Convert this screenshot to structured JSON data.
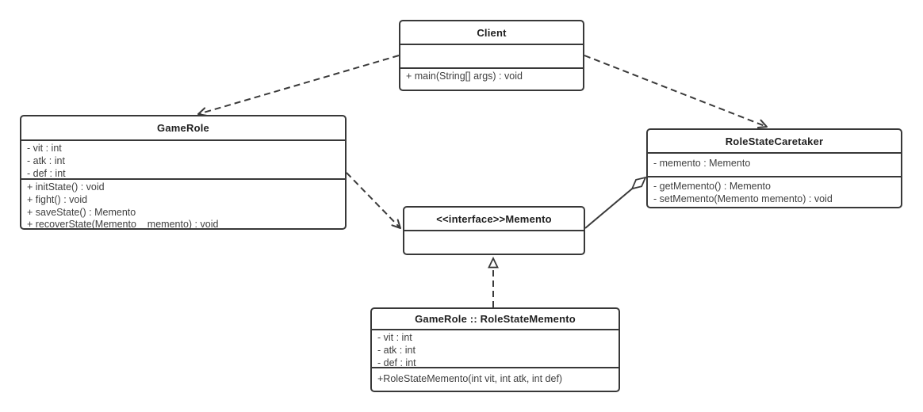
{
  "colors": {
    "line": "#3a3a3a",
    "text": "#3f3f3f",
    "title_text": "#1f1f1f",
    "background": "#ffffff"
  },
  "classes": {
    "client": {
      "name": "Client",
      "attributes": [],
      "methods": [
        "+ main(String[] args) : void"
      ]
    },
    "game_role": {
      "name": "GameRole",
      "attributes": [
        "- vit : int",
        "- atk : int",
        "- def : int"
      ],
      "methods": [
        "+ initState() : void",
        "+ fight() : void",
        "+ saveState() : Memento",
        "+ recoverState(Memento    memento) : void"
      ]
    },
    "role_state_caretaker": {
      "name": "RoleStateCaretaker",
      "attributes": [
        "- memento : Memento"
      ],
      "methods": [
        "- getMemento() : Memento",
        "- setMemento(Memento memento) : void"
      ]
    },
    "memento_interface": {
      "name": "<<interface>>Memento",
      "attributes": [],
      "methods": []
    },
    "role_state_memento": {
      "name": "GameRole :: RoleStateMemento",
      "attributes": [
        "- vit : int",
        "- atk : int",
        "- def : int"
      ],
      "methods": [
        "+RoleStateMemento(int vit, int atk, int def)"
      ]
    }
  },
  "relationships": [
    {
      "from": "Client",
      "to": "GameRole",
      "type": "dependency",
      "line": "dashed",
      "head": "open-arrow"
    },
    {
      "from": "Client",
      "to": "RoleStateCaretaker",
      "type": "dependency",
      "line": "dashed",
      "head": "open-arrow"
    },
    {
      "from": "GameRole",
      "to": "<<interface>>Memento",
      "type": "dependency",
      "line": "dashed",
      "head": "open-arrow"
    },
    {
      "from": "RoleStateCaretaker",
      "to": "<<interface>>Memento",
      "type": "aggregation",
      "line": "solid",
      "head": "hollow-diamond"
    },
    {
      "from": "GameRole :: RoleStateMemento",
      "to": "<<interface>>Memento",
      "type": "realization",
      "line": "dashed",
      "head": "hollow-triangle"
    }
  ]
}
